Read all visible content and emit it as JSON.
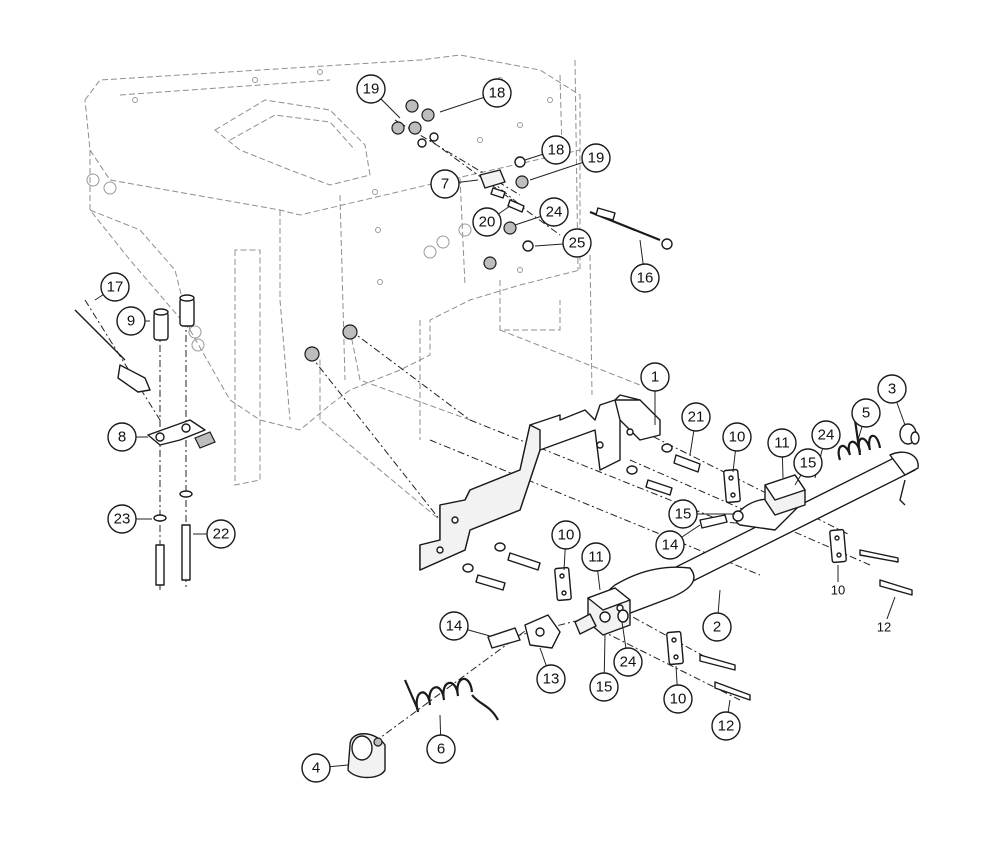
{
  "callouts": [
    {
      "id": "c19a",
      "label": "19"
    },
    {
      "id": "c18a",
      "label": "18"
    },
    {
      "id": "c18b",
      "label": "18"
    },
    {
      "id": "c19b",
      "label": "19"
    },
    {
      "id": "c7",
      "label": "7"
    },
    {
      "id": "c20",
      "label": "20"
    },
    {
      "id": "c24a",
      "label": "24"
    },
    {
      "id": "c25",
      "label": "25"
    },
    {
      "id": "c16",
      "label": "16"
    },
    {
      "id": "c17",
      "label": "17"
    },
    {
      "id": "c9",
      "label": "9"
    },
    {
      "id": "c8",
      "label": "8"
    },
    {
      "id": "c23",
      "label": "23"
    },
    {
      "id": "c22",
      "label": "22"
    },
    {
      "id": "c1",
      "label": "1"
    },
    {
      "id": "c3",
      "label": "3"
    },
    {
      "id": "c5",
      "label": "5"
    },
    {
      "id": "c21",
      "label": "21"
    },
    {
      "id": "c10a",
      "label": "10"
    },
    {
      "id": "c11a",
      "label": "11"
    },
    {
      "id": "c24b",
      "label": "24"
    },
    {
      "id": "c15a",
      "label": "15"
    },
    {
      "id": "c15b",
      "label": "15"
    },
    {
      "id": "c14a",
      "label": "14"
    },
    {
      "id": "c10b",
      "label": "10"
    },
    {
      "id": "c11b",
      "label": "11"
    },
    {
      "id": "c10c",
      "label": "10"
    },
    {
      "id": "c12a",
      "label": "12"
    },
    {
      "id": "c2",
      "label": "2"
    },
    {
      "id": "c14b",
      "label": "14"
    },
    {
      "id": "c13",
      "label": "13"
    },
    {
      "id": "c15c",
      "label": "15"
    },
    {
      "id": "c24c",
      "label": "24"
    },
    {
      "id": "c10d",
      "label": "10"
    },
    {
      "id": "c12b",
      "label": "12"
    },
    {
      "id": "c6",
      "label": "6"
    },
    {
      "id": "c4",
      "label": "4"
    }
  ]
}
